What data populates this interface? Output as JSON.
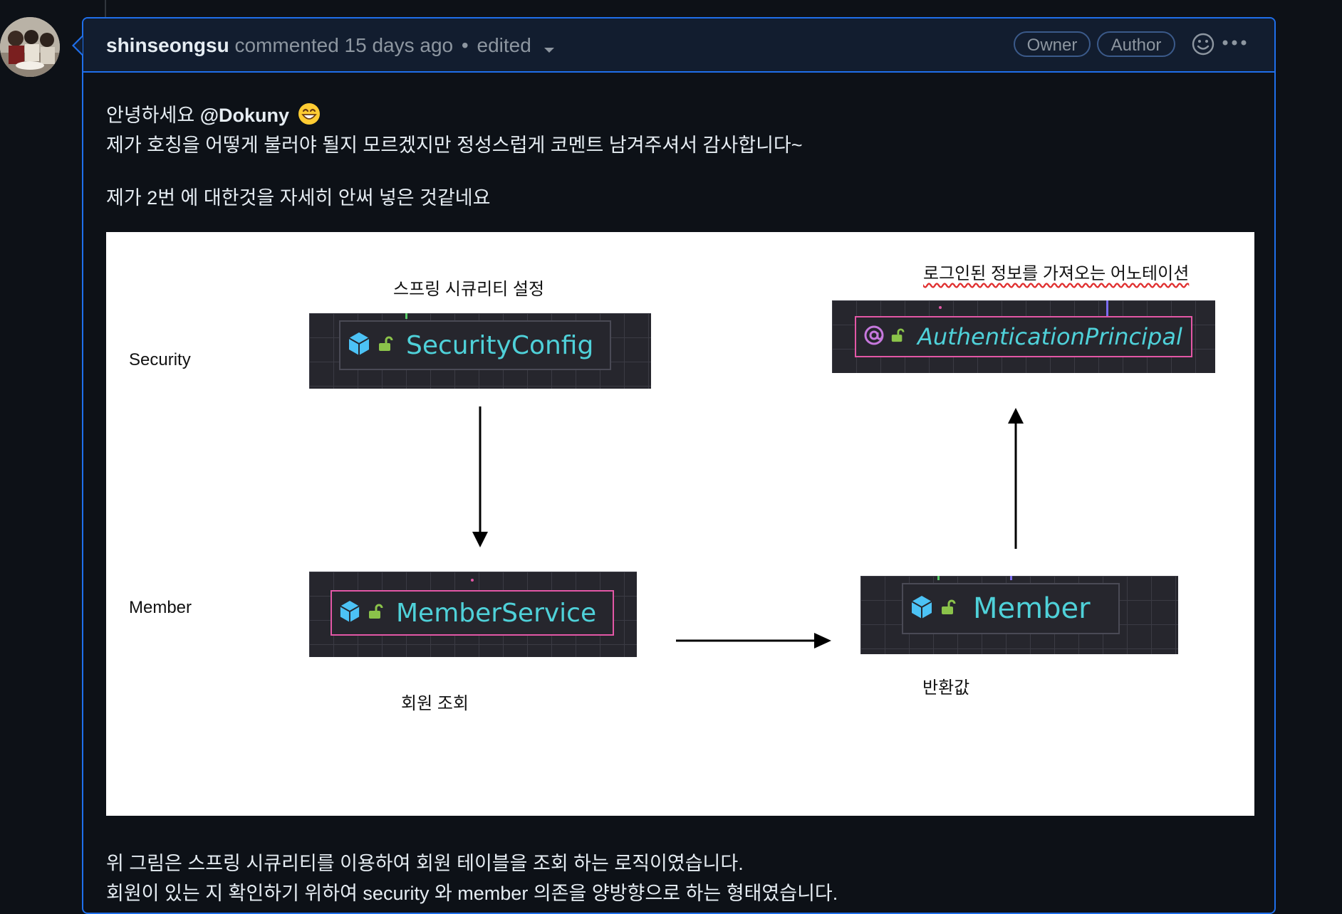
{
  "comment": {
    "author": "shinseongsu",
    "meta": "commented 15 days ago",
    "edited": "edited",
    "badges": {
      "owner": "Owner",
      "author": "Author"
    }
  },
  "body": {
    "greeting": "안녕하세요",
    "mention": "@Dokuny",
    "line2": "제가 호칭을 어떻게 불러야 될지 모르겠지만 정성스럽게 코멘트 남겨주셔서 감사합니다~",
    "line3": "제가 2번 에 대한것을 자세히 안써 넣은 것같네요",
    "after1": "위 그림은 스프링 시큐리티를 이용하여 회원 테이블을 조회 하는 로직이였습니다.",
    "after2": "회원이 있는 지 확인하기 위하여 security 와 member 의존을 양방향으로 하는 형태였습니다."
  },
  "diagram": {
    "row_security": "Security",
    "row_member": "Member",
    "caption_security_config": "스프링 시큐리티 설정",
    "caption_principal": "로그인된 정보를 가져오는 어노테이션",
    "caption_member_service": "회원 조회",
    "caption_member": "반환값",
    "node_security_config": "SecurityConfig",
    "node_principal": "AuthenticationPrincipal",
    "node_member_service": "MemberService",
    "node_member": "Member"
  },
  "icons": {
    "class_icon_color": "#4cc2f5",
    "lock_icon_color": "#8bc34a",
    "annotation_icon_color": "#c678dd",
    "accent_border": "#1f6feb",
    "highlight_border": "#e357a6"
  }
}
